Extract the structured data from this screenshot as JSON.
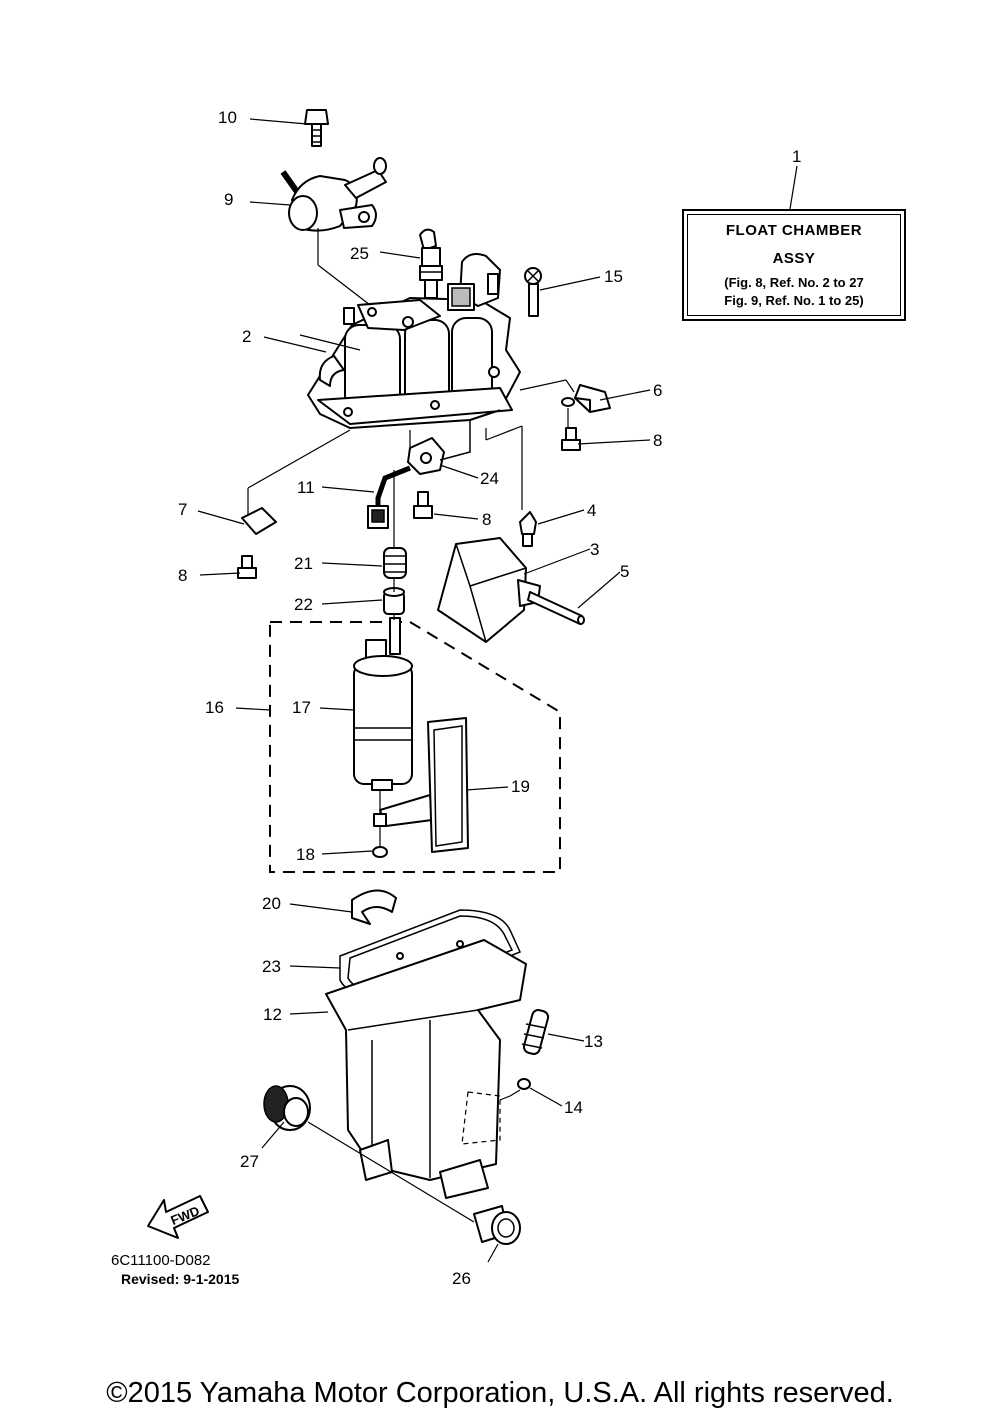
{
  "callouts": {
    "c1": "1",
    "c2": "2",
    "c3": "3",
    "c4": "4",
    "c5": "5",
    "c6": "6",
    "c7": "7",
    "c8a": "8",
    "c8b": "8",
    "c8c": "8",
    "c9": "9",
    "c10": "10",
    "c11": "11",
    "c12": "12",
    "c13": "13",
    "c14": "14",
    "c15": "15",
    "c16": "16",
    "c17": "17",
    "c18": "18",
    "c19": "19",
    "c20": "20",
    "c21": "21",
    "c22": "22",
    "c23": "23",
    "c24": "24",
    "c25": "25",
    "c26": "26",
    "c27": "27"
  },
  "note": {
    "line1": "FLOAT CHAMBER",
    "line2": "ASSY",
    "line3": "(Fig. 8, Ref. No. 2 to 27",
    "line4": "Fig. 9, Ref. No. 1 to 25)"
  },
  "fwd_label": "FWD",
  "diagram_code": "6C11100-D082",
  "revised": "Revised: 9-1-2015",
  "copyright": "©2015 Yamaha Motor Corporation, U.S.A. All rights reserved."
}
